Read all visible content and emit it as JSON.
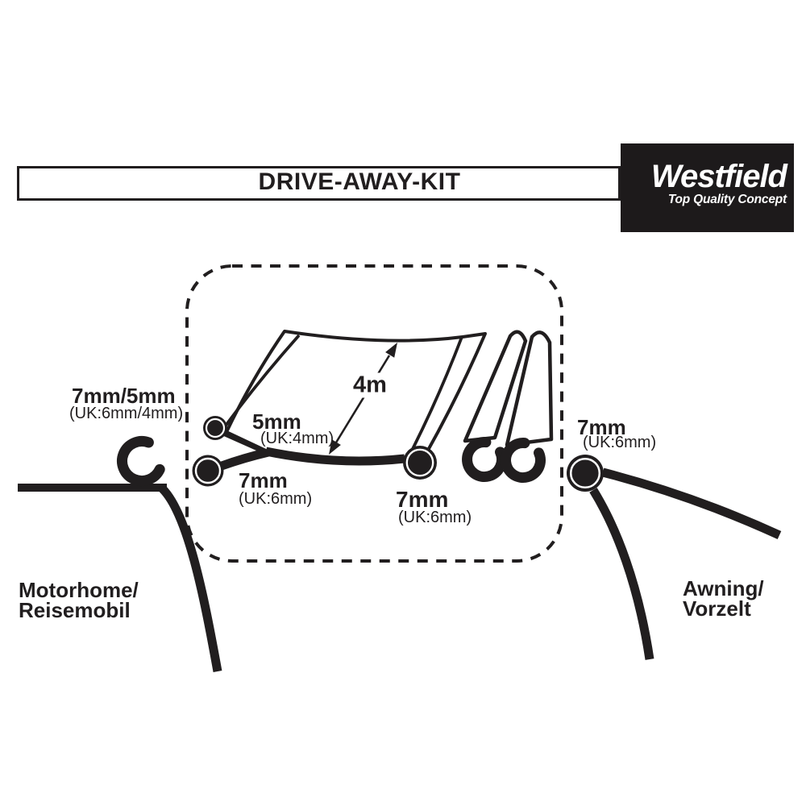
{
  "title": "DRIVE-AWAY-KIT",
  "brand": {
    "name": "Westfield",
    "tagline": "Top Quality Concept"
  },
  "colors": {
    "ink": "#211e1f",
    "background": "#ffffff",
    "logo_bg": "#1d1a1b",
    "logo_text": "#ffffff"
  },
  "kit_box": {
    "length_label": "4m",
    "bead_top_left": {
      "size": "5mm",
      "uk": "(UK:4mm)"
    },
    "bead_bottom_left": {
      "size": "7mm",
      "uk": "(UK:6mm)"
    },
    "bead_right": {
      "size": "7mm",
      "uk": "(UK:6mm)"
    }
  },
  "motorhome_side": {
    "size": "7mm/5mm",
    "uk": "(UK:6mm/4mm)",
    "label_line1": "Motorhome/",
    "label_line2": "Reisemobil"
  },
  "awning_side": {
    "size": "7mm",
    "uk": "(UK:6mm)",
    "label_line1": "Awning/",
    "label_line2": "Vorzelt"
  }
}
